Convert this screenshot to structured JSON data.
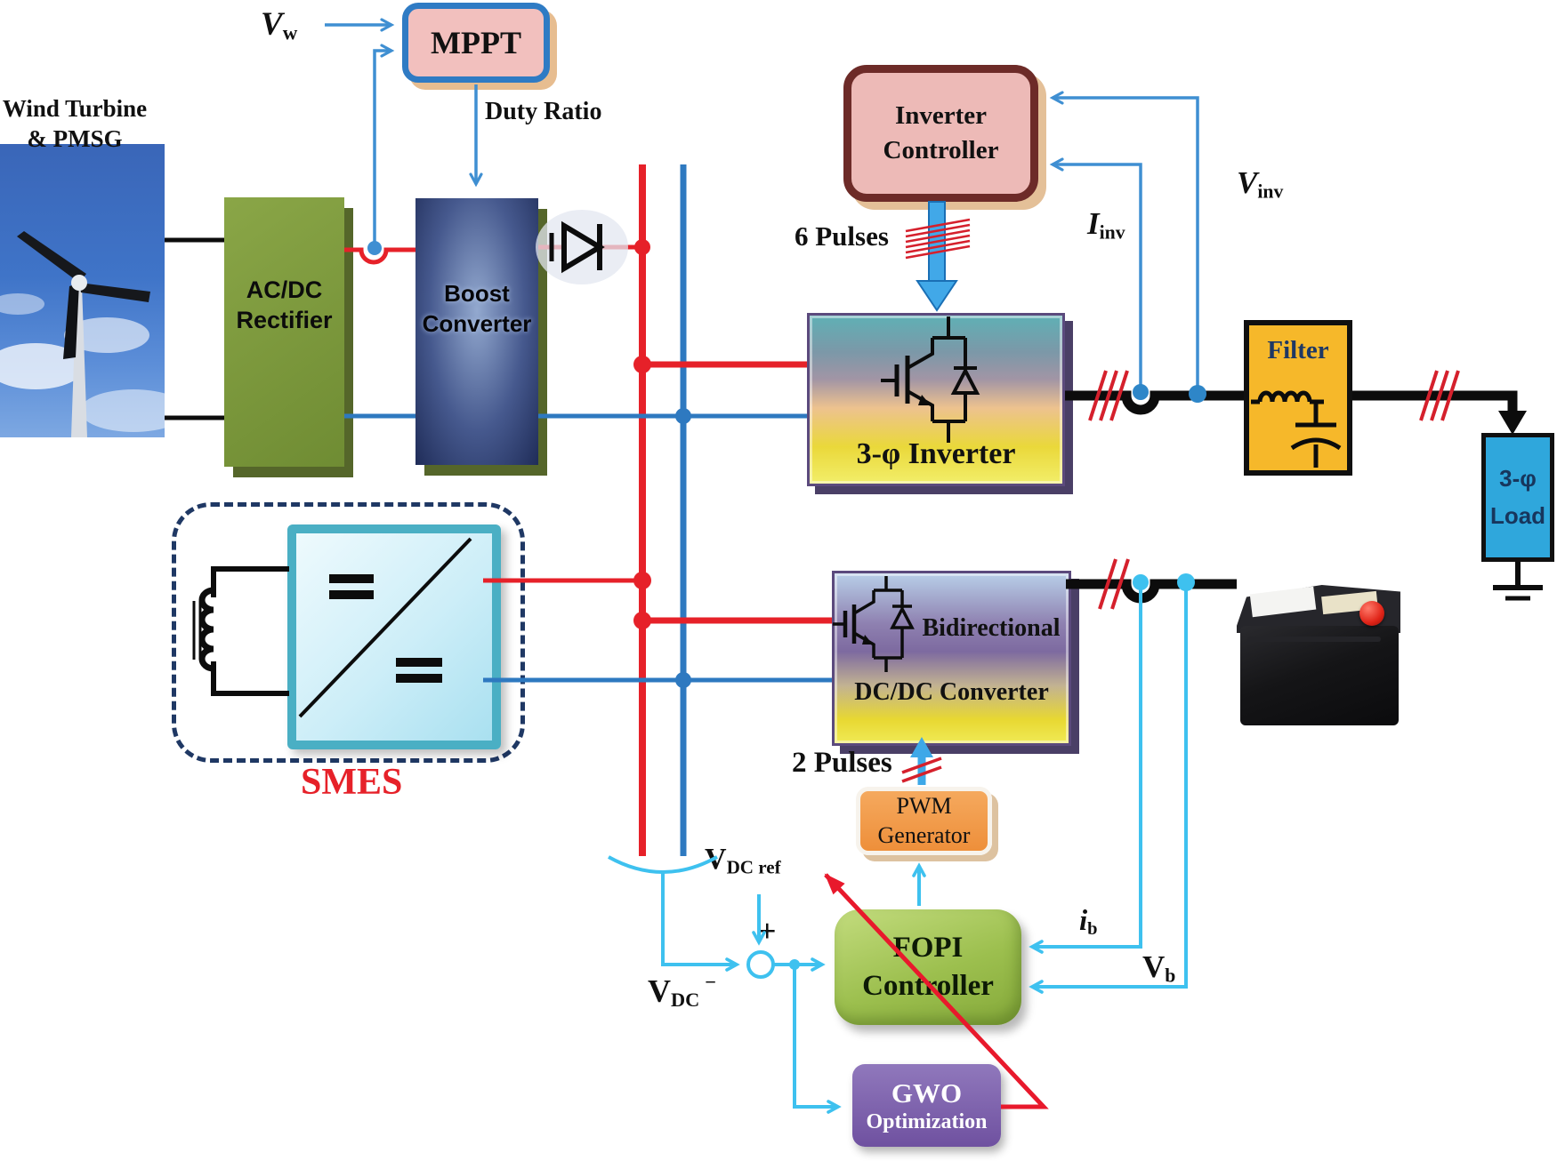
{
  "palette": {
    "bus_red": "#e62129",
    "bus_blue": "#2e79c0",
    "control_blue": "#3f8fd2",
    "control_cyan": "#3ec1ef",
    "thick_arrow_blue": "#41a8e8",
    "mppt_pink": "#f2c0be",
    "mppt_border": "#2f7bc4",
    "controller_pink": "#edbab7",
    "controller_border": "#6d2b28",
    "rectifier_green": "#7d9b40",
    "boost_navy": "#2a3a68",
    "filter_orange": "#f6b82a",
    "load_cyan": "#2fa7dc",
    "smes_teal": "#4aafc4",
    "smes_dash_navy": "#1f3864",
    "pwm_orange": "#ee8f3a",
    "fopi_green": "#8db843",
    "gwo_purple": "#7a5ba8",
    "smes_label_red": "#e62129",
    "inverter_yellow": "#ead83a",
    "wire_black": "#0c0c0c"
  },
  "labels": {
    "wind_caption": {
      "line1": "Wind Turbine",
      "line2": "& PMSG"
    },
    "mppt": "MPPT",
    "vw": {
      "main": "V",
      "sub": "w"
    },
    "duty_ratio": "Duty Ratio",
    "rectifier": {
      "line1": "AC/DC",
      "line2": "Rectifier"
    },
    "boost": {
      "line1": "Boost",
      "line2": "Converter"
    },
    "inverter_controller": {
      "line1": "Inverter",
      "line2": "Controller"
    },
    "six_pulses": "6 Pulses",
    "inverter": "3-φ Inverter",
    "i_inv": {
      "main": "I",
      "sub": "inv"
    },
    "v_inv": {
      "main": "V",
      "sub": "inv"
    },
    "filter": "Filter",
    "load": {
      "line1": "3-φ",
      "line2": "Load"
    },
    "smes": "SMES",
    "bidirectional": {
      "line1": "Bidirectional",
      "line2": "DC/DC Converter"
    },
    "two_pulses": "2 Pulses",
    "pwm": {
      "line1": "PWM",
      "line2": "Generator"
    },
    "fopi": {
      "line1": "FOPI",
      "line2": "Controller"
    },
    "gwo": {
      "line1": "GWO",
      "line2": "Optimization"
    },
    "vdc_ref": {
      "main": "V",
      "sub": "DC ref"
    },
    "vdc": {
      "main": "V",
      "sub": "DC"
    },
    "plus": "+",
    "minus": "−",
    "ib": {
      "main": "i",
      "sub": "b"
    },
    "vb": {
      "main": "V",
      "sub": "b"
    }
  }
}
